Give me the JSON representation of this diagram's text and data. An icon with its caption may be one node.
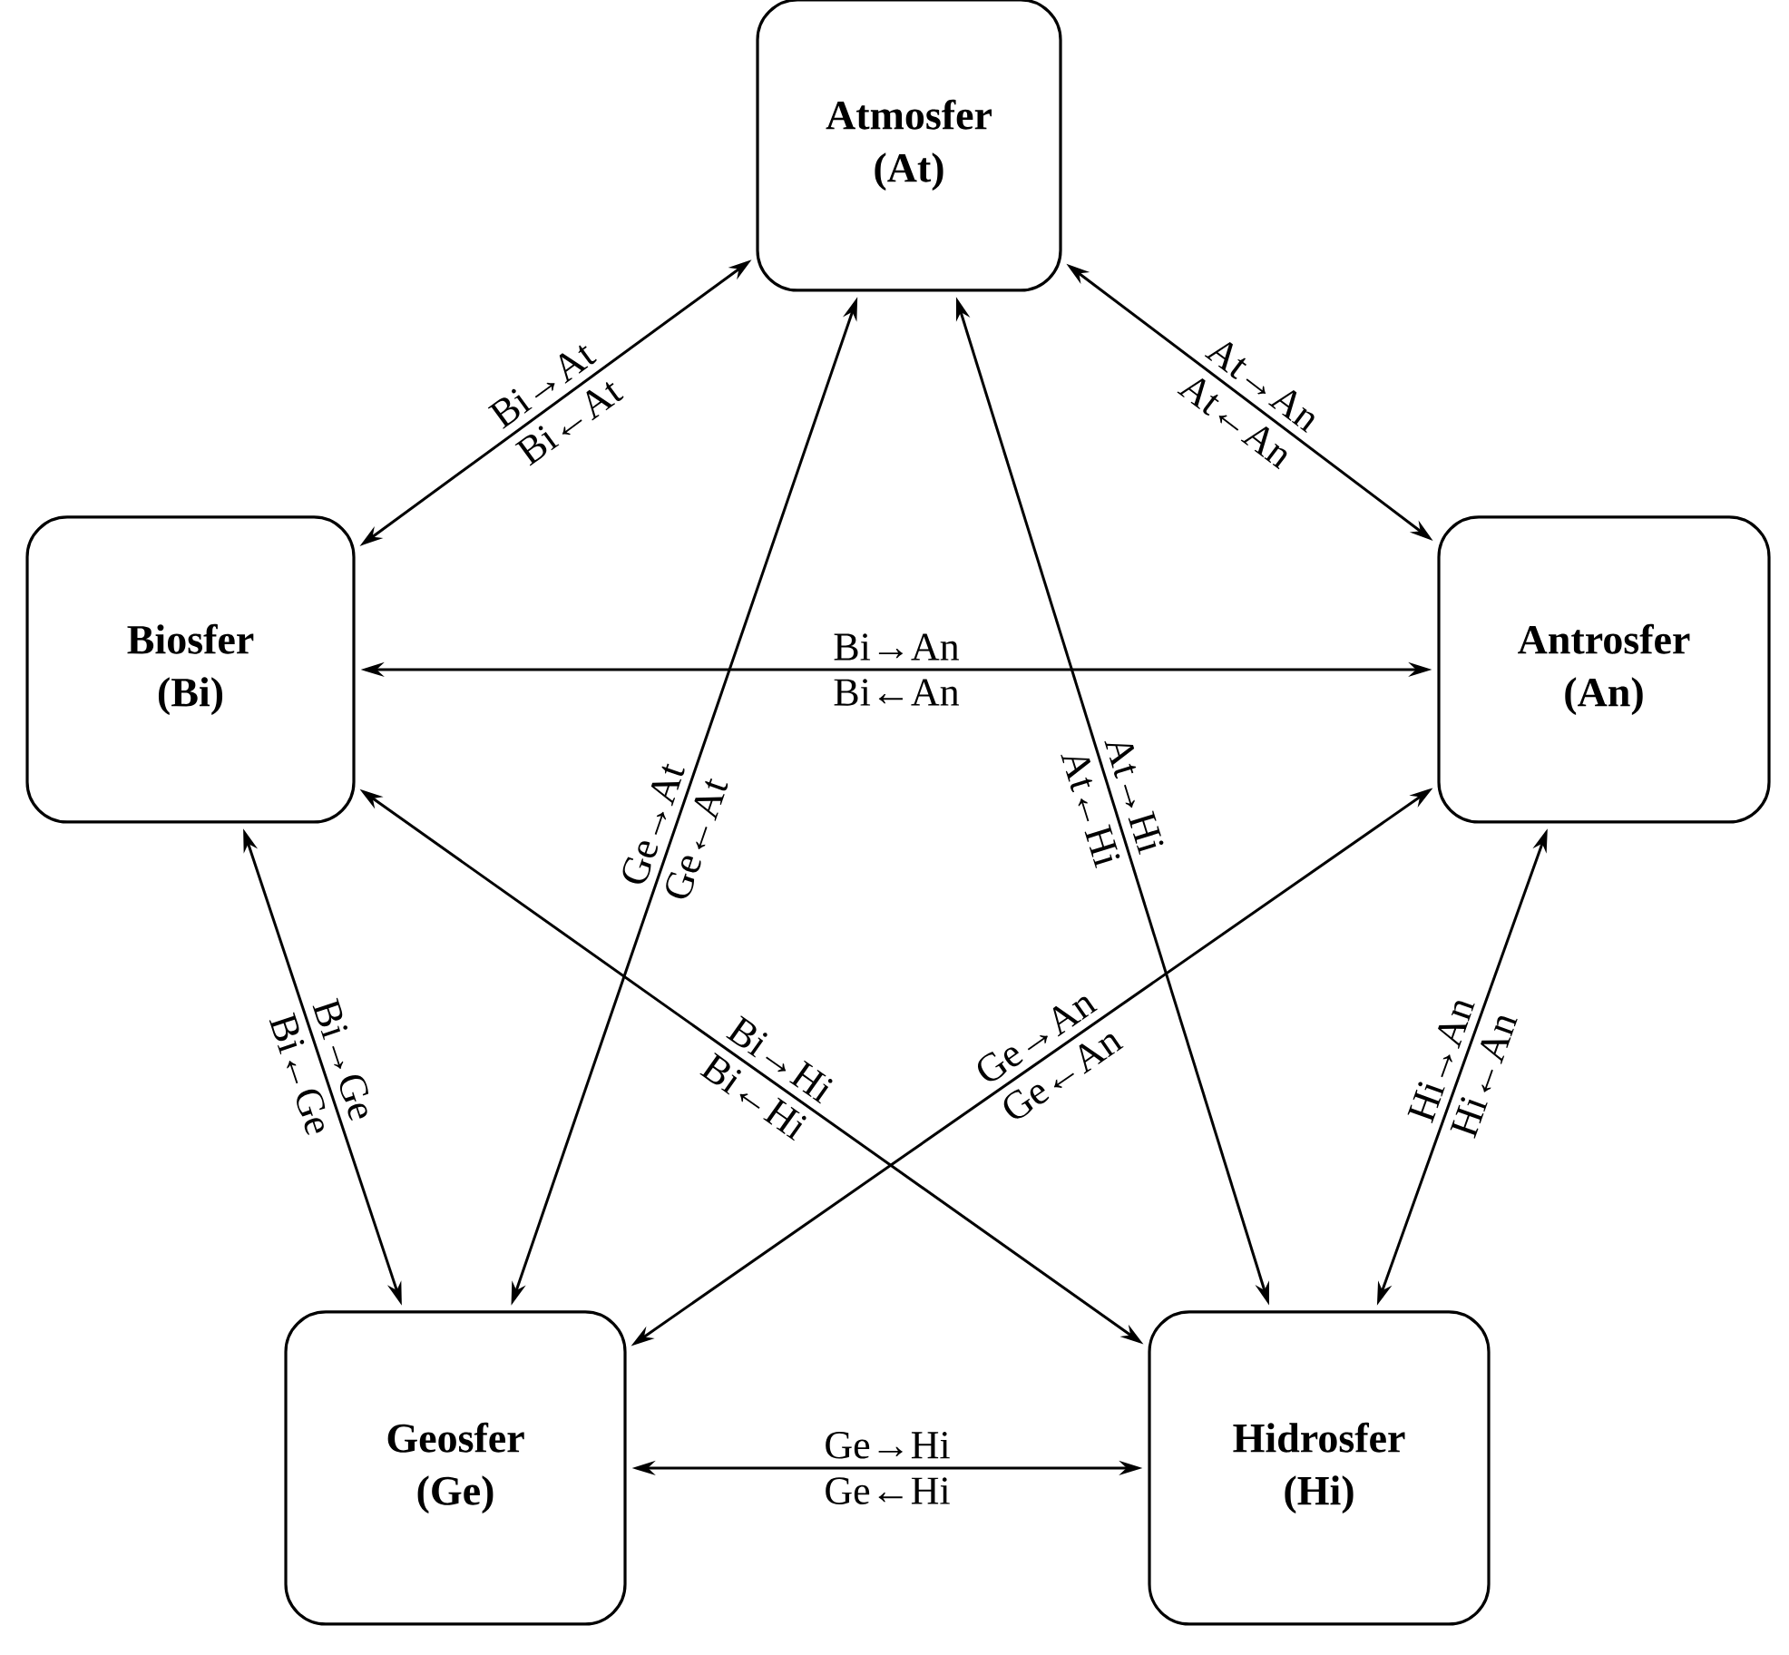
{
  "diagram": {
    "nodes": [
      {
        "text": [
          "Atmosfer",
          "(At)"
        ]
      },
      {
        "text": [
          "Biosfer",
          "(Bi)"
        ]
      },
      {
        "text": [
          "Antrosfer",
          "(An)"
        ]
      },
      {
        "text": [
          "Geosfer",
          "(Ge)"
        ]
      },
      {
        "text": [
          "Hidrosfer",
          "(Hi)"
        ]
      }
    ],
    "edges": [
      {
        "from": 1,
        "to": 0,
        "arrow": "both",
        "label": "Bi→At"
      },
      {
        "from": 0,
        "to": 2,
        "arrow": "both",
        "label": "At→An"
      },
      {
        "from": 1,
        "to": 2,
        "arrow": "both",
        "label": "Bi→An"
      },
      {
        "from": 3,
        "to": 0,
        "arrow": "both",
        "label": "Ge→At"
      },
      {
        "from": 0,
        "to": 4,
        "arrow": "both",
        "label": "At→Hi"
      },
      {
        "from": 1,
        "to": 3,
        "arrow": "both",
        "label": "Bi→Ge"
      },
      {
        "from": 1,
        "to": 4,
        "arrow": "both",
        "label": "Bi→Hi"
      },
      {
        "from": 3,
        "to": 2,
        "arrow": "both",
        "label": "Ge→An"
      },
      {
        "from": 4,
        "to": 2,
        "arrow": "both",
        "label": "Hi→An"
      },
      {
        "from": 3,
        "to": 4,
        "arrow": "both",
        "label": "Ge→Hi"
      }
    ],
    "labels": [
      "Bi←At",
      "At←An",
      "Bi←An",
      "Ge←At",
      "At←Hi",
      "Bi←Ge",
      "Bi←Hi",
      "Ge←An",
      "Hi←An",
      "Ge←Hi"
    ]
  }
}
